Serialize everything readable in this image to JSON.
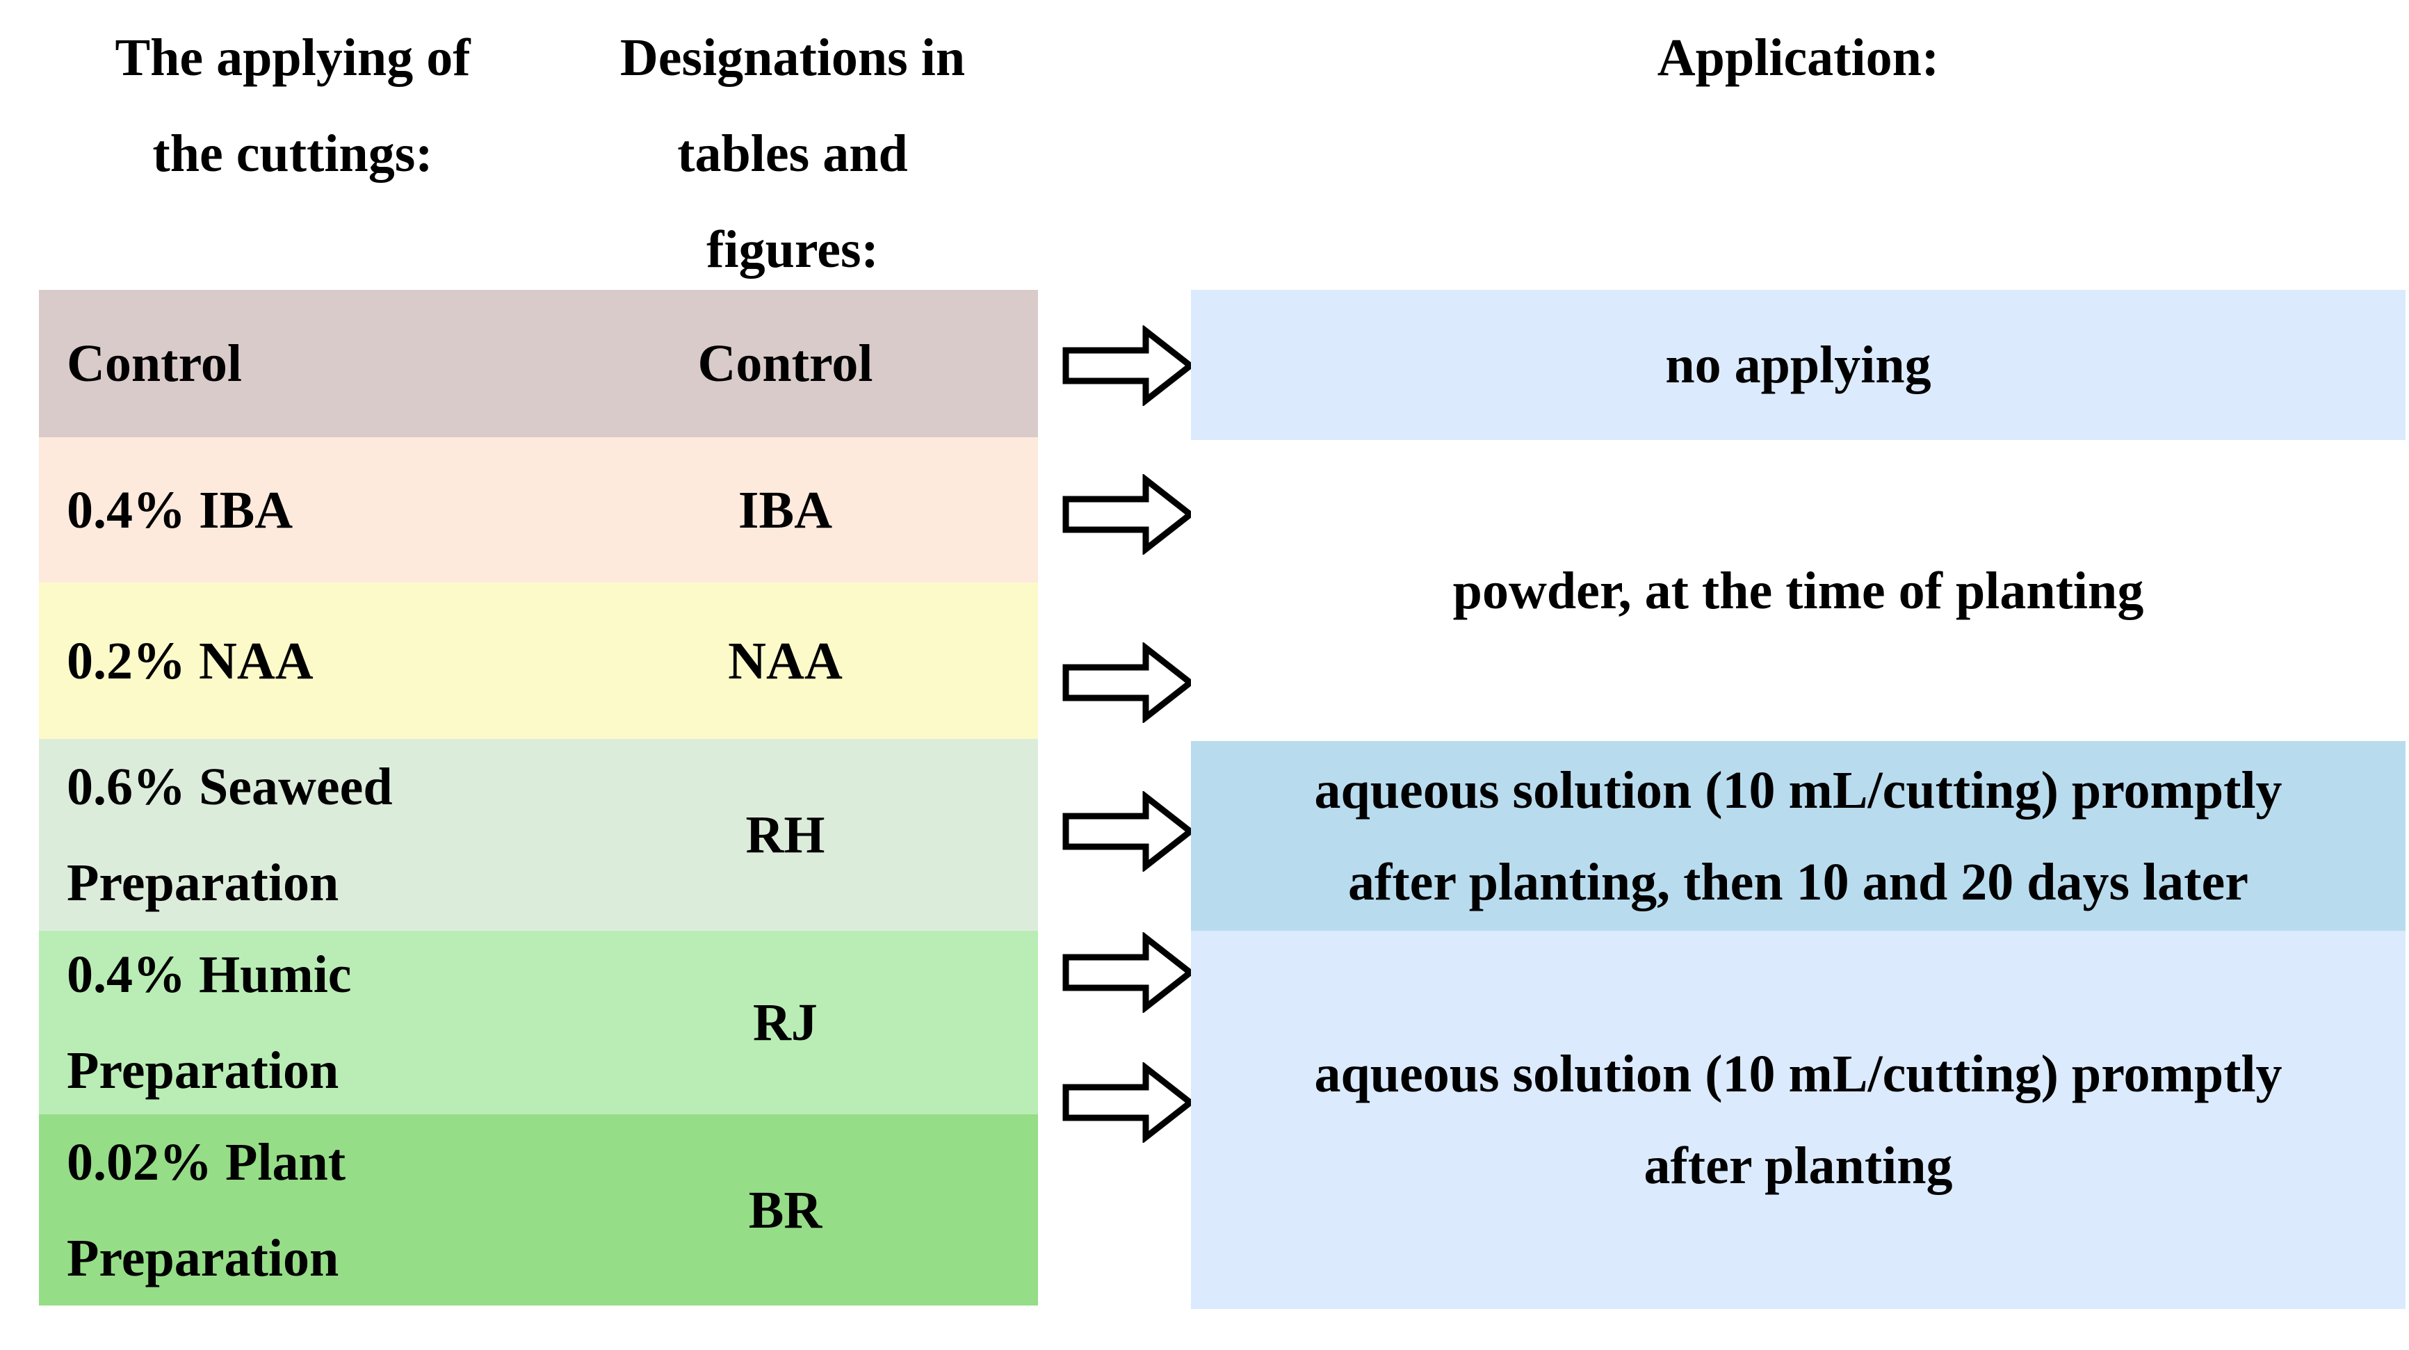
{
  "header": {
    "col1_lines": [
      "The applying of",
      "the cuttings:"
    ],
    "col2_lines": [
      "Designations in",
      "tables and",
      "figures:"
    ],
    "application": "Application:"
  },
  "table": {
    "rows": [
      {
        "treatment_lines": [
          "Control"
        ],
        "designation": "Control",
        "color": "#d9cbca"
      },
      {
        "treatment_lines": [
          "0.4% IBA"
        ],
        "designation": "IBA",
        "color": "#fdeadd"
      },
      {
        "treatment_lines": [
          "0.2% NAA"
        ],
        "designation": "NAA",
        "color": "#fdfaca"
      },
      {
        "treatment_lines": [
          "0.6% Seaweed",
          "Preparation"
        ],
        "designation": "RH",
        "color": "#dcecdb"
      },
      {
        "treatment_lines": [
          "0.4% Humic",
          "Preparation"
        ],
        "designation": "RJ",
        "color": "#b9edb5"
      },
      {
        "treatment_lines": [
          "0.02% Plant",
          "Preparation"
        ],
        "designation": "BR",
        "color": "#95dd87"
      }
    ]
  },
  "applications": {
    "no_applying": {
      "text": "no applying",
      "color": "#dbeafc"
    },
    "powder": {
      "text": "powder, at the time of planting"
    },
    "solution_rh": {
      "lines": [
        "aqueous solution (10 mL/cutting) promptly",
        "after planting, then 10 and 20 days later"
      ],
      "color": "#b9dbee"
    },
    "solution_rj_br": {
      "lines": [
        "aqueous solution (10 mL/cutting) promptly",
        "after planting"
      ],
      "color": "#dbeafc"
    }
  },
  "icons": {
    "arrow": "right-arrow-icon"
  },
  "colors": {
    "text": "#000000",
    "arrow_fill": "#ffffff",
    "arrow_stroke": "#000000"
  }
}
